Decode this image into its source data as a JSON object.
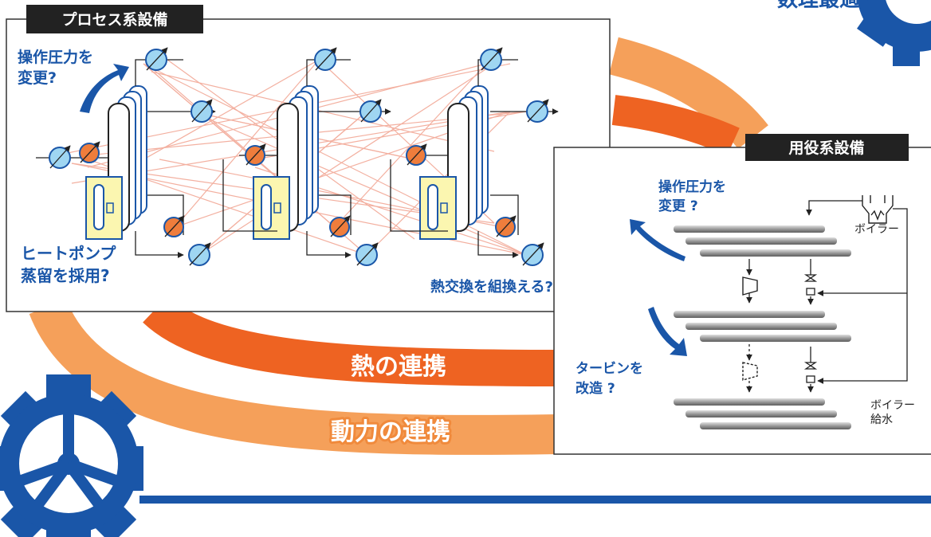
{
  "top_right_label": "数理最適化",
  "process_panel": {
    "title": "プロセス系設備",
    "q_pressure": [
      "操作圧力を",
      "変更?"
    ],
    "q_heatpump": [
      "ヒートポンプ",
      "蒸留を採用?"
    ],
    "q_exchange": "熱交換を組換える?"
  },
  "utility_panel": {
    "title": "用役系設備",
    "q_pressure": [
      "操作圧力を",
      "変更 ?"
    ],
    "q_turbine": [
      "タービンを",
      "改造 ?"
    ],
    "boiler_label": "ボイラー",
    "feedwater_label": [
      "ボイラー",
      "給水"
    ]
  },
  "links": {
    "heat": "熱の連携",
    "power": "動力の連携"
  },
  "colors": {
    "blue": "#1a56a8",
    "dark_orange": "#ee6322",
    "light_orange": "#f5a05a",
    "hx_blue": "#9fd6f2",
    "hx_orange": "#ef7d3c",
    "hp_yellow": "#fbf6b0"
  }
}
